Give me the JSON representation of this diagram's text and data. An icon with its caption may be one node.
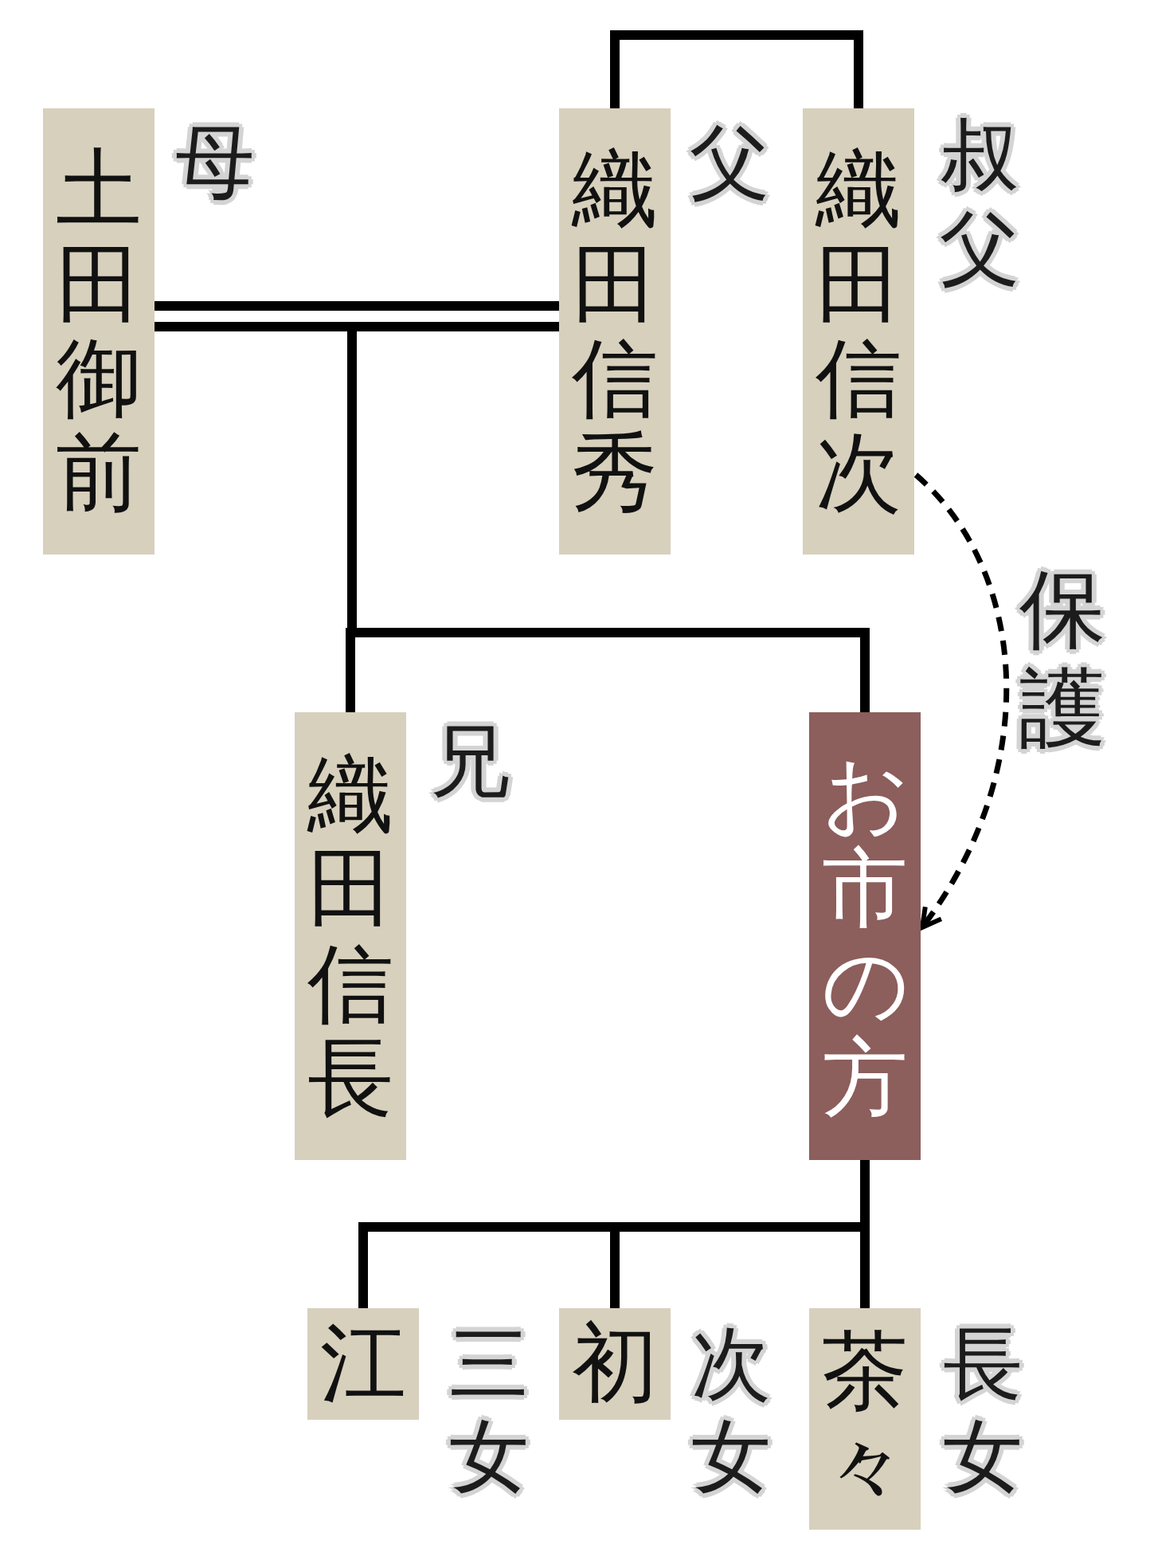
{
  "diagram": {
    "nodes": [
      {
        "text": [
          "土田御前"
        ],
        "beside": [
          "母"
        ]
      },
      {
        "text": [
          "織田信秀"
        ],
        "beside": [
          "父"
        ]
      },
      {
        "text": [
          "織田信次"
        ],
        "beside": [
          "叔父"
        ]
      },
      {
        "text": [
          "織田信長"
        ],
        "beside": [
          "兄"
        ]
      },
      {
        "text": [
          "お市の方"
        ]
      },
      {
        "text": [
          "江"
        ],
        "beside": [
          "三女"
        ]
      },
      {
        "text": [
          "初"
        ],
        "beside": [
          "次女"
        ]
      },
      {
        "text": [
          "茶々"
        ],
        "beside": [
          "長女"
        ]
      }
    ],
    "edges": [
      {
        "from": 1,
        "to": 2,
        "arrow": "none"
      },
      {
        "from": 0,
        "to": 1,
        "arrow": "none"
      },
      {
        "from": 0,
        "to": 3,
        "arrow": "none"
      },
      {
        "from": 0,
        "to": 4,
        "arrow": "none"
      },
      {
        "from": 1,
        "to": 3,
        "arrow": "none"
      },
      {
        "from": 1,
        "to": 4,
        "arrow": "none"
      },
      {
        "from": 4,
        "to": 5,
        "arrow": "none"
      },
      {
        "from": 4,
        "to": 6,
        "arrow": "none"
      },
      {
        "from": 4,
        "to": 7,
        "arrow": "none"
      },
      {
        "from": 2,
        "to": 4,
        "arrow": "to",
        "label": "保護",
        "style": "dashed"
      }
    ]
  }
}
